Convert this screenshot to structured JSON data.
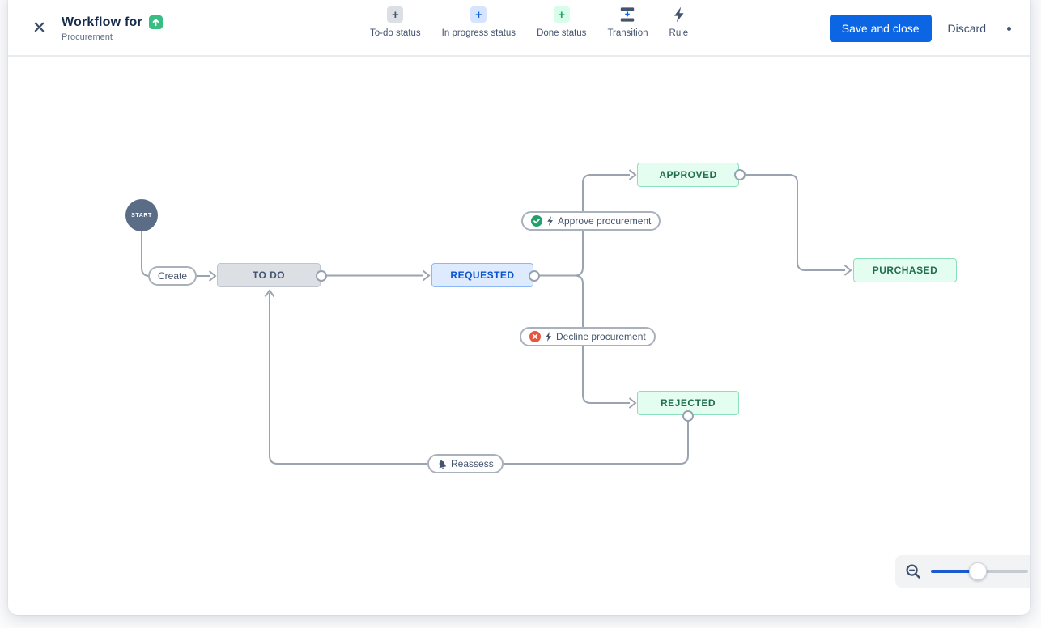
{
  "window": {
    "header": {
      "title": "Workflow for",
      "subtitle": "Procurement",
      "toolbar": {
        "items": [
          {
            "label": "To-do status",
            "icon": "plus-grey"
          },
          {
            "label": "In progress status",
            "icon": "plus-blue"
          },
          {
            "label": "Done status",
            "icon": "plus-green"
          },
          {
            "label": "Transition",
            "icon": "transition-arrows"
          },
          {
            "label": "Rule",
            "icon": "lightning"
          }
        ]
      },
      "actions": {
        "save": "Save and close",
        "discard": "Discard"
      }
    }
  },
  "diagram": {
    "start_label": "START",
    "statuses": [
      {
        "label": "TO DO",
        "category": "todo"
      },
      {
        "label": "REQUESTED",
        "category": "in-progress"
      },
      {
        "label": "APPROVED",
        "category": "done"
      },
      {
        "label": "PURCHASED",
        "category": "done"
      },
      {
        "label": "REJECTED",
        "category": "done"
      }
    ],
    "transitions": [
      {
        "label": "Create",
        "from": "START",
        "to": "TO DO",
        "badges": []
      },
      {
        "label": "",
        "from": "TO DO",
        "to": "REQUESTED",
        "badges": []
      },
      {
        "label": "Approve procurement",
        "from": "REQUESTED",
        "to": "APPROVED",
        "badges": [
          "check-circle",
          "lightning"
        ]
      },
      {
        "label": "Decline procurement",
        "from": "REQUESTED",
        "to": "REJECTED",
        "badges": [
          "cross-circle",
          "lightning"
        ]
      },
      {
        "label": "",
        "from": "APPROVED",
        "to": "PURCHASED",
        "badges": []
      },
      {
        "label": "Reassess",
        "from": "REJECTED",
        "to": "TO DO",
        "badges": [
          "bell"
        ]
      }
    ]
  },
  "colors": {
    "accent_blue": "#0C66E4",
    "todo_fill": "#DCDFE4",
    "inprogress_fill": "#DEEBFF",
    "done_fill": "#E3FDF0",
    "success_badge": "#22A06B",
    "danger_badge": "#E8563D",
    "edge_grey": "#9AA3B0",
    "start_node": "#5B6C87"
  }
}
